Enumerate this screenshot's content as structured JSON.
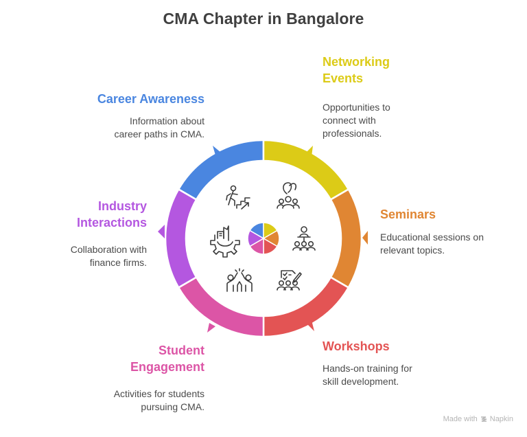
{
  "title": "CMA Chapter in Bangalore",
  "colors": {
    "career": "#4a86e0",
    "networking": "#dccb17",
    "seminars": "#e08633",
    "workshops": "#e35454",
    "student": "#dc55a6",
    "industry": "#b457e0",
    "text": "#404040",
    "desc_text": "#4a4a4a"
  },
  "sections": [
    {
      "key": "career",
      "label_line1": "Career Awareness",
      "label_line2": "",
      "desc_line1": "Information about",
      "desc_line2": "career paths in CMA.",
      "icon": "career-climb-icon"
    },
    {
      "key": "networking",
      "label_line1": "Networking",
      "label_line2": "Events",
      "desc_line1": "Opportunities to",
      "desc_line2": "connect with",
      "desc_line3": "professionals.",
      "icon": "networking-group-icon"
    },
    {
      "key": "seminars",
      "label_line1": "Seminars",
      "label_line2": "",
      "desc_line1": "Educational sessions on",
      "desc_line2": "relevant topics.",
      "icon": "presenter-audience-icon"
    },
    {
      "key": "workshops",
      "label_line1": "Workshops",
      "label_line2": "",
      "desc_line1": "Hands-on training for",
      "desc_line2": "skill development.",
      "icon": "checklist-group-icon"
    },
    {
      "key": "student",
      "label_line1": "Student",
      "label_line2": "Engagement",
      "desc_line1": "Activities for students",
      "desc_line2": "pursuing CMA.",
      "icon": "high-five-icon"
    },
    {
      "key": "industry",
      "label_line1": "Industry",
      "label_line2": "Interactions",
      "desc_line1": "Collaboration with",
      "desc_line2": "finance firms.",
      "icon": "industry-gear-icon"
    }
  ],
  "footer": {
    "made_with": "Made with",
    "brand": "Napkin"
  }
}
